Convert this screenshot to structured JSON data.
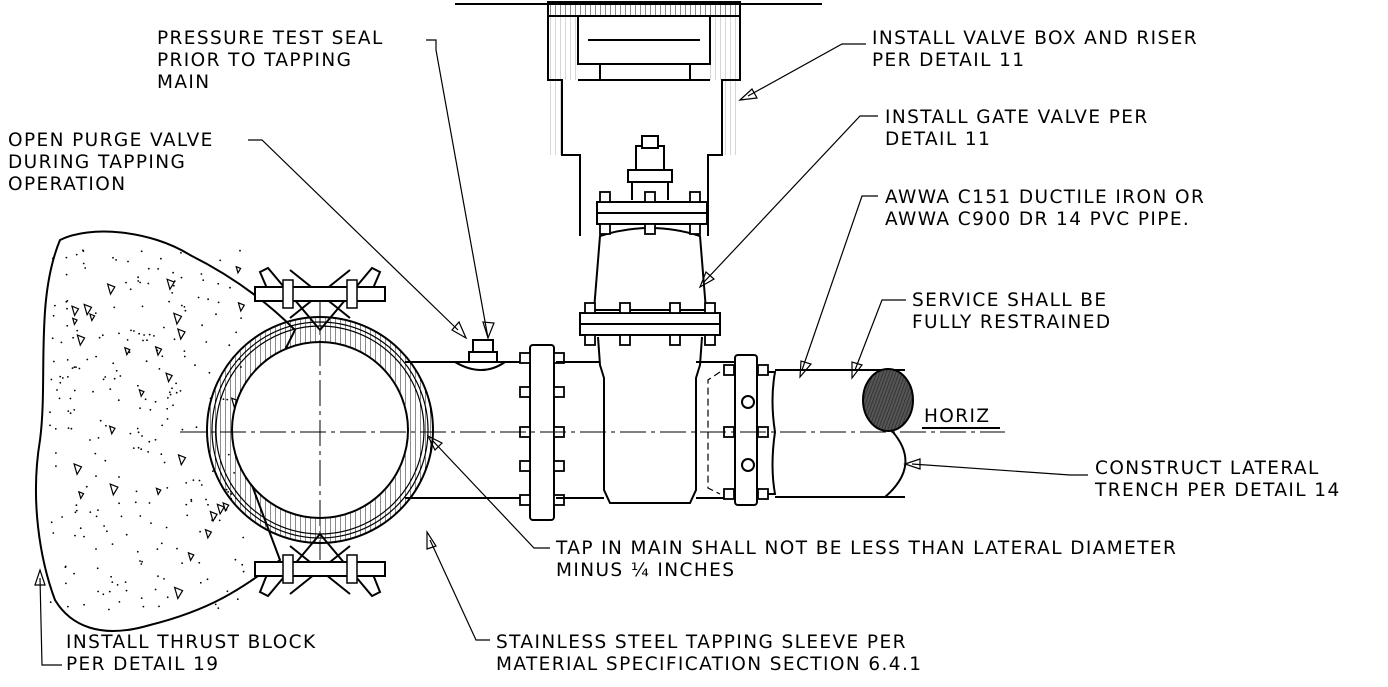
{
  "labels": {
    "pressure_test": [
      "PRESSURE TEST SEAL",
      "PRIOR TO TAPPING",
      "MAIN"
    ],
    "open_purge": [
      "OPEN PURGE VALVE",
      "DURING TAPPING",
      "OPERATION"
    ],
    "valve_box": [
      "INSTALL VALVE BOX AND RISER",
      "PER DETAIL 11"
    ],
    "gate_valve": [
      "INSTALL GATE VALVE PER",
      "DETAIL 11"
    ],
    "pipe_material": [
      "AWWA C151 DUCTILE IRON OR",
      "AWWA C900 DR 14 PVC PIPE."
    ],
    "service_restrained": [
      "SERVICE SHALL BE",
      "FULLY RESTRAINED"
    ],
    "horiz": "HORIZ",
    "construct_lateral": [
      "CONSTRUCT LATERAL",
      "TRENCH PER DETAIL 14"
    ],
    "tap_in_main": [
      "TAP IN MAIN SHALL NOT BE LESS THAN LATERAL DIAMETER",
      "MINUS ¼ INCHES"
    ],
    "thrust_block": [
      "INSTALL THRUST BLOCK",
      "PER DETAIL 19"
    ],
    "tapping_sleeve": [
      "STAINLESS STEEL TAPPING SLEEVE PER",
      "MATERIAL SPECIFICATION SECTION 6.4.1"
    ]
  }
}
